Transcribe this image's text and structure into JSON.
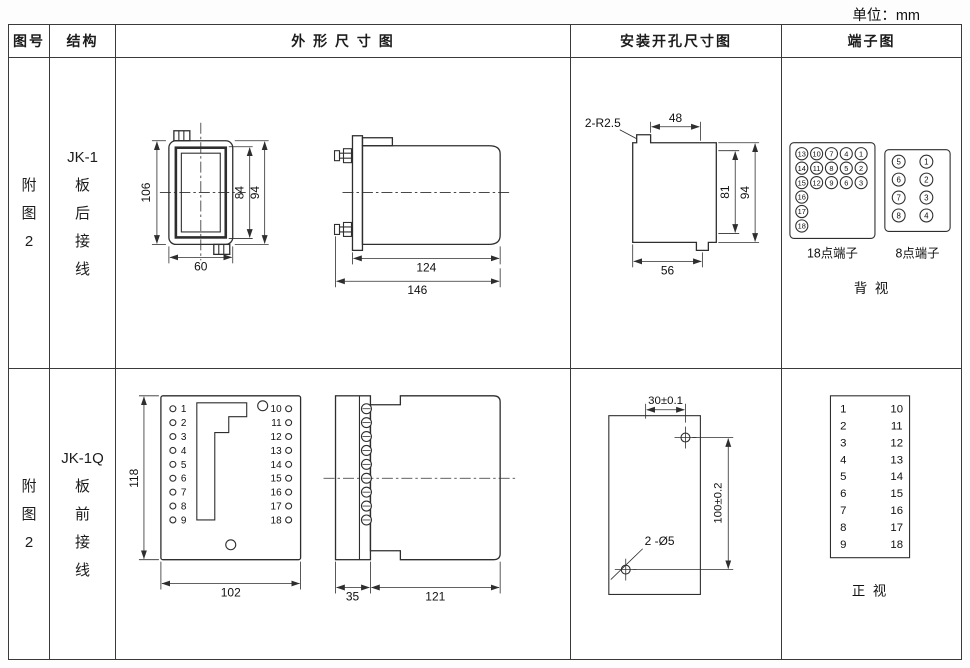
{
  "unit_label": "单位：mm",
  "header": {
    "col_figure": "图号",
    "col_structure": "结构",
    "col_outline": "外 形 尺 寸 图",
    "col_mounting": "安装开孔尺寸图",
    "col_terminal": "端子图"
  },
  "rows": [
    {
      "figure": [
        "附",
        "图",
        "2"
      ],
      "structure": [
        "JK-1",
        "板",
        "后",
        "接",
        "线"
      ],
      "outline": {
        "front": {
          "dim_height": "106",
          "dim_inner_height": "84",
          "dim_outer_height": "94",
          "dim_width": "60"
        },
        "side": {
          "dim_depth": "124",
          "dim_total_depth": "146"
        }
      },
      "mounting": {
        "radius_label": "2-R2.5",
        "dim_top": "48",
        "dim_inner_height": "81",
        "dim_height": "94",
        "dim_bottom": "56"
      },
      "terminal": {
        "block18": {
          "label": "18点端子",
          "rows": [
            [
              "13",
              "10",
              "7",
              "4",
              "1"
            ],
            [
              "14",
              "11",
              "8",
              "5",
              "2"
            ],
            [
              "15",
              "12",
              "9",
              "6",
              "3"
            ],
            [
              "16"
            ],
            [
              "17"
            ],
            [
              "18"
            ]
          ]
        },
        "block8": {
          "label": "8点端子",
          "rows": [
            [
              "5",
              "1"
            ],
            [
              "6",
              "2"
            ],
            [
              "7",
              "3"
            ],
            [
              "8",
              "4"
            ]
          ]
        },
        "view_label": "背  视"
      }
    },
    {
      "figure": [
        "附",
        "图",
        "2"
      ],
      "structure": [
        "JK-1Q",
        "板",
        "前",
        "接",
        "线"
      ],
      "outline": {
        "front": {
          "dim_height": "118",
          "dim_width": "102",
          "left_terminals": [
            "1",
            "2",
            "3",
            "4",
            "5",
            "6",
            "7",
            "8",
            "9"
          ],
          "right_terminals": [
            "10",
            "11",
            "12",
            "13",
            "14",
            "15",
            "16",
            "17",
            "18"
          ]
        },
        "side": {
          "dim_strip": "35",
          "dim_body": "121"
        }
      },
      "mounting": {
        "dim_horizontal": "30±0.1",
        "dim_vertical": "100±0.2",
        "hole_label": "2 -Ø5"
      },
      "terminal": {
        "left": [
          "1",
          "2",
          "3",
          "4",
          "5",
          "6",
          "7",
          "8",
          "9"
        ],
        "right": [
          "10",
          "11",
          "12",
          "13",
          "14",
          "15",
          "16",
          "17",
          "18"
        ],
        "view_label": "正  视"
      }
    }
  ]
}
